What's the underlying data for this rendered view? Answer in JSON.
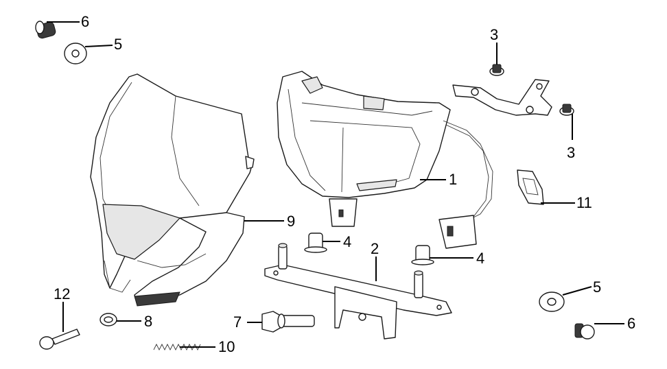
{
  "callouts": {
    "c1": "1",
    "c2": "2",
    "c3a": "3",
    "c3b": "3",
    "c4a": "4",
    "c4b": "4",
    "c5a": "5",
    "c5b": "5",
    "c6a": "6",
    "c6b": "6",
    "c7": "7",
    "c8": "8",
    "c9": "9",
    "c10": "10",
    "c11": "11",
    "c12": "12"
  }
}
